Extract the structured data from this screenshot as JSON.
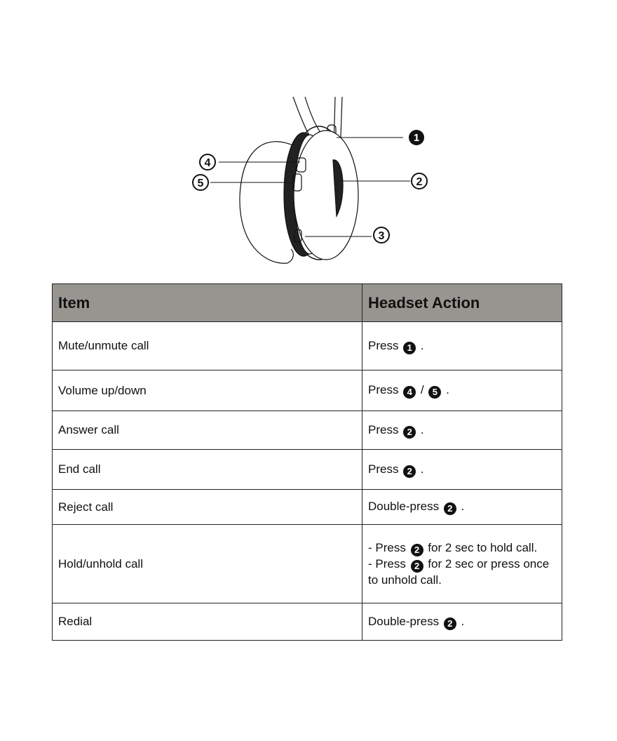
{
  "illustration": {
    "callouts": [
      "1",
      "2",
      "3",
      "4",
      "5"
    ]
  },
  "table": {
    "headers": [
      "Item",
      "Headset Action"
    ],
    "rows": [
      {
        "item": "Mute/unmute call",
        "action": [
          {
            "t": "Press "
          },
          {
            "n": "1"
          },
          {
            "t": " ."
          }
        ]
      },
      {
        "item": "Volume up/down",
        "action": [
          {
            "t": "Press "
          },
          {
            "n": "4"
          },
          {
            "t": " / "
          },
          {
            "n": "5"
          },
          {
            "t": " ."
          }
        ]
      },
      {
        "item": "Answer call",
        "action": [
          {
            "t": "Press "
          },
          {
            "n": "2"
          },
          {
            "t": " ."
          }
        ]
      },
      {
        "item": "End call",
        "action": [
          {
            "t": "Press "
          },
          {
            "n": "2"
          },
          {
            "t": " ."
          }
        ]
      },
      {
        "item": "Reject call",
        "action": [
          {
            "t": "Double-press "
          },
          {
            "n": "2"
          },
          {
            "t": " ."
          }
        ]
      },
      {
        "item": "Hold/unhold call",
        "action": [
          {
            "t": "- Press "
          },
          {
            "n": "2"
          },
          {
            "t": " for 2 sec to hold call."
          },
          {
            "br": true
          },
          {
            "t": "- Press "
          },
          {
            "n": "2"
          },
          {
            "t": " for 2 sec or press once"
          },
          {
            "br": true
          },
          {
            "t": "to unhold call."
          }
        ]
      },
      {
        "item": "Redial",
        "action": [
          {
            "t": "Double-press "
          },
          {
            "n": "2"
          },
          {
            "t": " ."
          }
        ]
      }
    ]
  }
}
